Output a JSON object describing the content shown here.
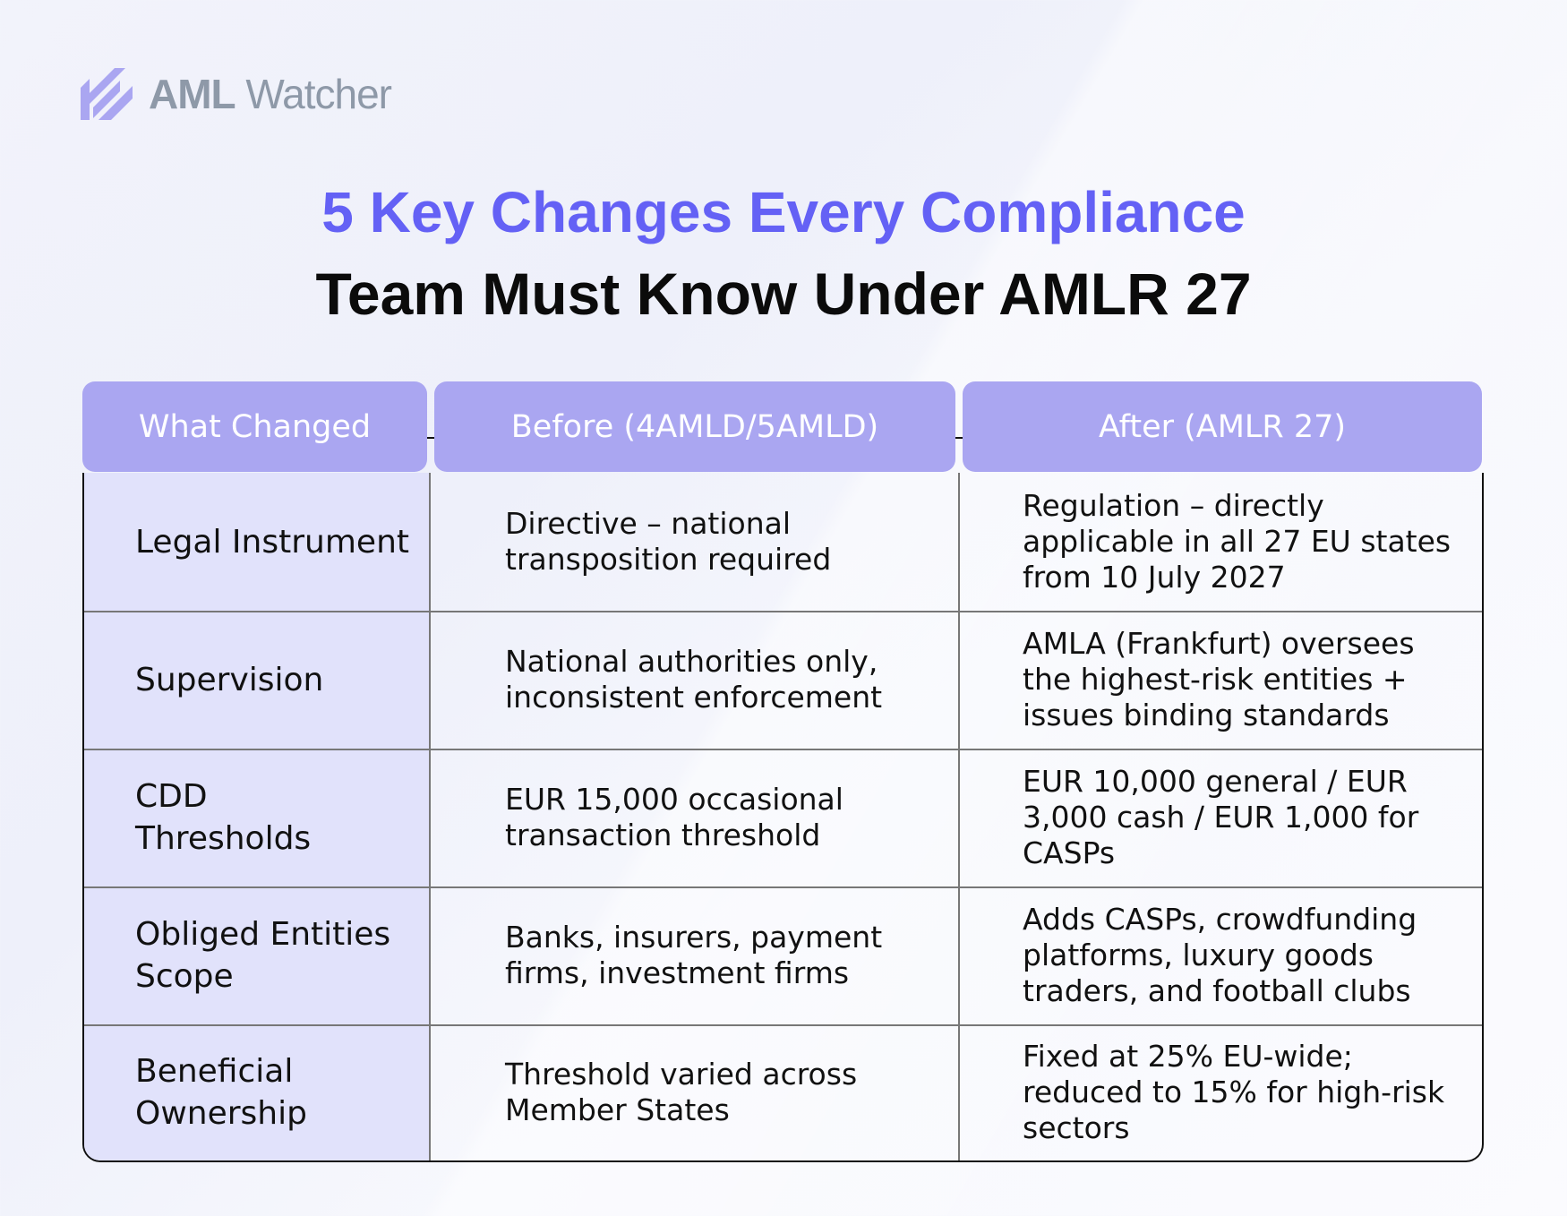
{
  "brand": {
    "name_bold": "AML",
    "name_light": "Watcher",
    "logo_icon": "striped-check-icon",
    "logo_color": "#aaa6f1"
  },
  "title": {
    "line1": "5 Key Changes Every Compliance",
    "line2": "Team Must Know Under AMLR 27",
    "accent_color": "#6461f5"
  },
  "table": {
    "headers": [
      "What Changed",
      "Before (4AMLD/5AMLD)",
      "After (AMLR 27)"
    ],
    "header_color": "#aaa6f1",
    "rows": [
      {
        "what": "Legal Instrument",
        "before": "Directive – national transposition required",
        "after": "Regulation – directly applicable in all 27 EU states from 10 July 2027"
      },
      {
        "what": "Supervision",
        "before": "National authorities only, inconsistent enforcement",
        "after": "AMLA (Frankfurt) oversees the highest-risk entities + issues binding standards"
      },
      {
        "what": "CDD Thresholds",
        "before": "EUR 15,000 occasional transaction threshold",
        "after": "EUR 10,000 general / EUR 3,000 cash / EUR 1,000 for CASPs"
      },
      {
        "what": "Obliged Entities Scope",
        "before": "Banks, insurers, payment firms, investment firms",
        "after": "Adds CASPs, crowdfunding platforms, luxury goods traders, and football clubs"
      },
      {
        "what": "Beneficial Ownership",
        "before": "Threshold varied across Member States",
        "after": "Fixed at 25% EU-wide; reduced to 15% for high-risk sectors"
      }
    ]
  }
}
